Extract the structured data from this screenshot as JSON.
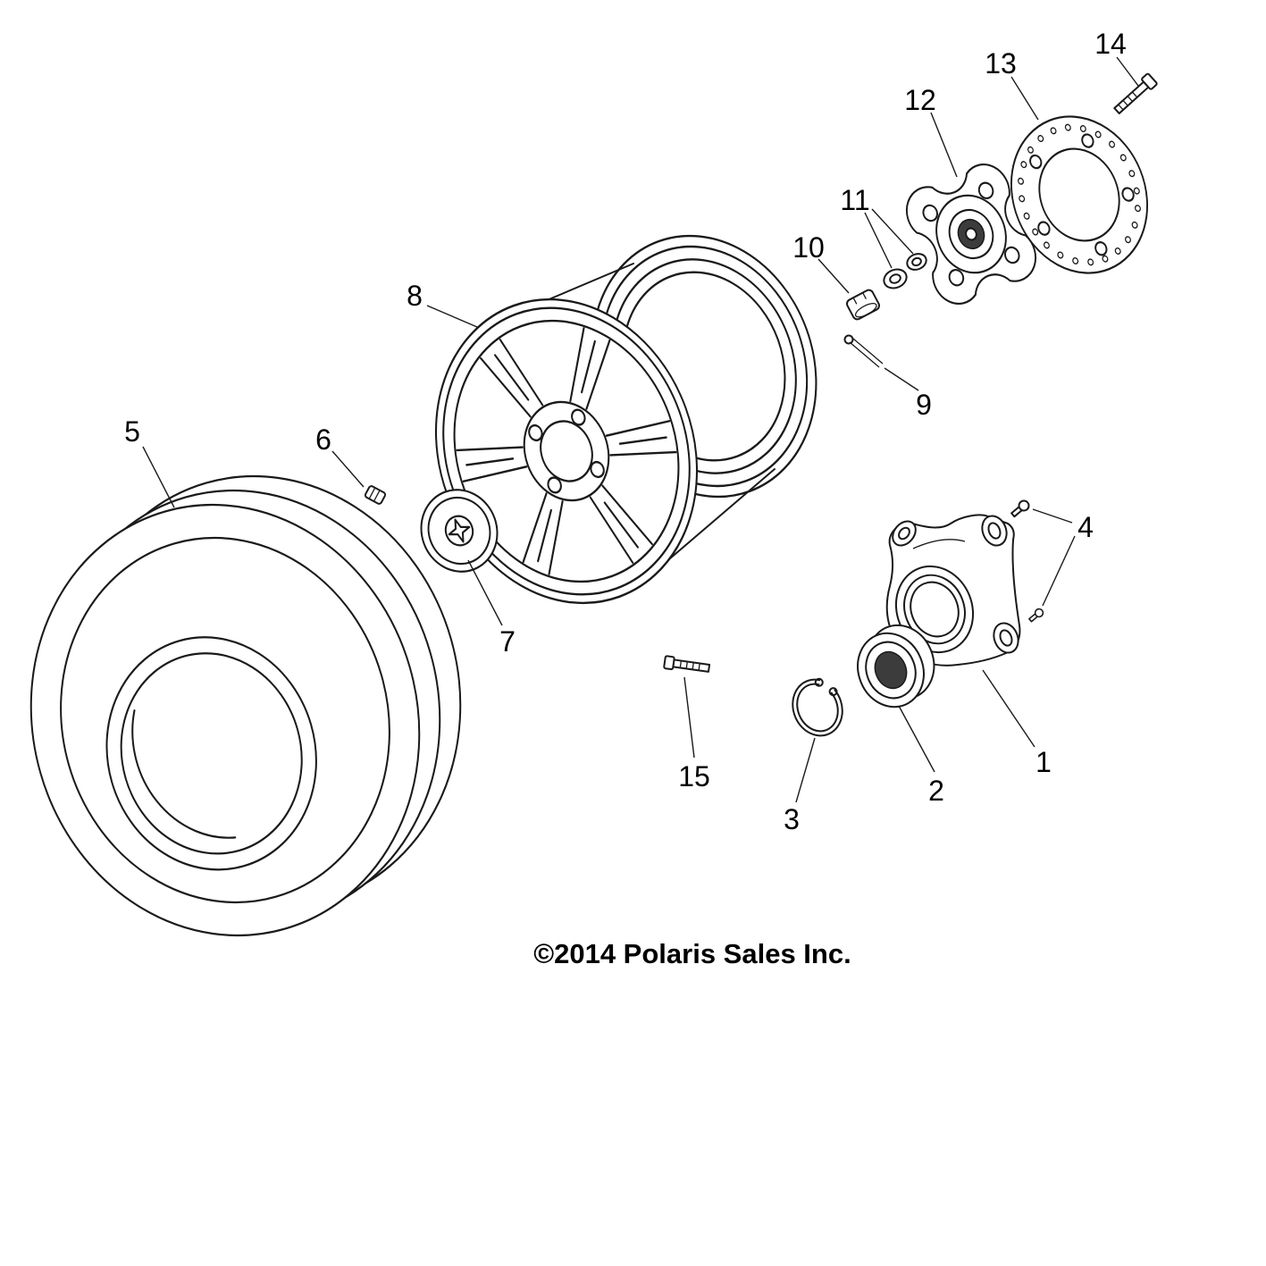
{
  "diagram": {
    "copyright": "©2014 Polaris Sales Inc.",
    "ink_color": "#1a1a1a",
    "background_color": "#ffffff",
    "callouts": {
      "p1": "1",
      "p2": "2",
      "p3": "3",
      "p4": "4",
      "p5": "5",
      "p6": "6",
      "p7": "7",
      "p8": "8",
      "p9": "9",
      "p10": "10",
      "p11": "11",
      "p12": "12",
      "p13": "13",
      "p14": "14",
      "p15": "15"
    }
  }
}
